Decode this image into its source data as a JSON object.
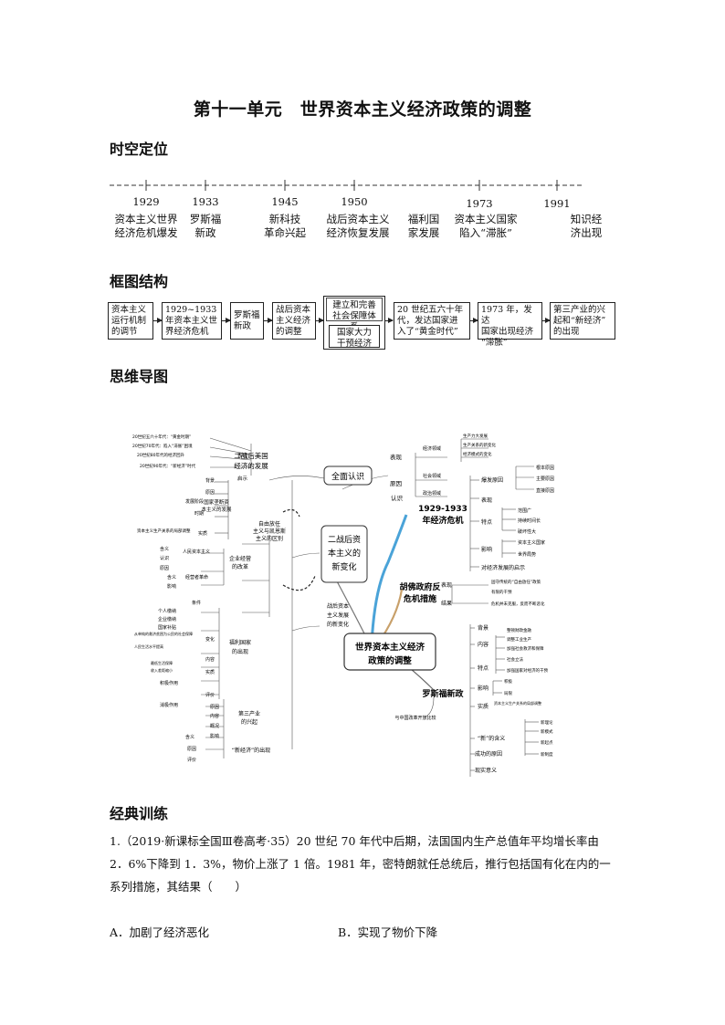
{
  "title": "第十一单元　世界资本主义经济政策的调整",
  "sections": {
    "timeline": "时空定位",
    "frame": "框图结构",
    "mindmap": "思维导图",
    "practice": "经典训练"
  },
  "timeline": [
    {
      "year": "1929",
      "event1": "资本主义世界",
      "event2": "经济危机爆发"
    },
    {
      "year": "1933",
      "event1": "罗斯福",
      "event2": "新政"
    },
    {
      "year": "1945",
      "event1": "新科技",
      "event2": "革命兴起"
    },
    {
      "year": "1950",
      "event1": "战后资本主义",
      "event2": "经济恢复发展"
    },
    {
      "year": "",
      "event1": "福利国",
      "event2": "家发展"
    },
    {
      "year": "1973",
      "event1": "资本主义国家",
      "event2": "陷入“滞胀”"
    },
    {
      "year": "1991",
      "event1": "知识经",
      "event2": "济出现"
    }
  ],
  "frame": {
    "b1": [
      "资本主义",
      "运行机制",
      "的调节"
    ],
    "b2": [
      "1929~1933",
      "年资本主义世",
      "界经济危机"
    ],
    "b3": [
      "罗斯福",
      "新政"
    ],
    "b4": [
      "战后资本",
      "主义经济",
      "的调整"
    ],
    "b5a": [
      "建立和完善",
      "社会保障体系"
    ],
    "b5b": [
      "国家大力",
      "干预经济"
    ],
    "b6": [
      "20 世纪五六十年",
      "代，发达国家进",
      "入了“黄金时代”"
    ],
    "b7": [
      "1973 年，发达",
      "国家出现经济",
      "“滞胀”"
    ],
    "b8": [
      "第三产业的兴",
      "起和“新经济”",
      "的出现"
    ]
  },
  "mindmap": {
    "center": [
      "世界资本主义经济",
      "政策的调整"
    ],
    "n_overall": "全面认识",
    "n_postwar": [
      "二战后资",
      "本主义的",
      "新变化"
    ],
    "n_crisis": [
      "1929-1933",
      "年经济危机"
    ],
    "n_hoover": [
      "胡佛政府反",
      "危机措施"
    ],
    "n_roosevelt": "罗斯福新政",
    "n_compare": "与中国改革开放比较",
    "n_us": [
      "二战后美国",
      "经济的发展"
    ],
    "n_change": [
      "战后资本",
      "主义发展",
      "的新变化"
    ],
    "n_liberal": [
      "自由放任",
      "主义与凯恩斯",
      "主义的区别"
    ],
    "n_state": [
      "国家垄断资",
      "本主义的发展"
    ],
    "n_corp": [
      "企业经营",
      "的改革"
    ],
    "n_welfare": [
      "福利国家",
      "的出现"
    ],
    "n_third": [
      "第三产业",
      "的兴起"
    ],
    "n_neweco": "“新经济”的出现",
    "us_items": [
      "20世纪五六十年代：“黄金时期”",
      "20世纪70年代：陷入“滞胀”困境",
      "20世纪80年代的经济回升",
      "20世纪90年代：“新经济”时代"
    ],
    "us_sub": [
      "表现",
      "启示"
    ],
    "state_items": [
      "背景",
      "原因",
      "发展阶段",
      "时期",
      "实质"
    ],
    "state_sub": "资本主义生产关系的局部调整",
    "corp_items": [
      "含义",
      "认识",
      "原因",
      "含义",
      "影响"
    ],
    "corp_sub": [
      "人民资本主义",
      "经营者革命"
    ],
    "welfare_items": [
      "条件",
      "个人缴纳",
      "企业缴纳",
      "国家补贴",
      "变化",
      "内容",
      "实质",
      "评价",
      "积极作用",
      "消极作用"
    ],
    "welfare_notes": [
      "从单纯的救济贫困为公民的社会保障",
      "人民生活水平提高",
      "最低生活保障",
      "收入差距缩小"
    ],
    "third_items": [
      "原因",
      "内容",
      "概况",
      "影响",
      "含义",
      "原因",
      "评价"
    ],
    "overall_items": [
      "表现",
      "原因",
      "认识"
    ],
    "overall_leaves": [
      "经济领域",
      "社会领域",
      "政治领域"
    ],
    "overall_details": [
      "生产力大发展",
      "生产关系的新变化",
      "经济模式的变化"
    ],
    "crisis_items": [
      "爆发原因",
      "表现",
      "特点",
      "影响",
      "对经济发展的启示"
    ],
    "crisis_causes": [
      "根本原因",
      "主要原因",
      "直接原因"
    ],
    "crisis_features": [
      "范围广",
      "持续时间长",
      "破坏性大"
    ],
    "crisis_effects": [
      "资本主义国家",
      "世界局势"
    ],
    "hoover_items": [
      "表现",
      "结果"
    ],
    "hoover_notes": [
      "固守传统的“自由放任”政策",
      "有限的干预",
      "危机并未克服，反而不断恶化"
    ],
    "rv_items": [
      "背景",
      "内容",
      "特点",
      "影响",
      "实质",
      "“新”的含义",
      "成功的原因",
      "现实意义"
    ],
    "rv_content": [
      "整顿财政金融",
      "调整工业生产",
      "加强社会救济和保障",
      "社会立法",
      "加强国家对经济的干预"
    ],
    "rv_effects": [
      "积极",
      "局限"
    ],
    "rv_essence": "资本主义生产关系的局部调整",
    "rv_new": [
      "新理论",
      "新模式",
      "新起点",
      "新制度"
    ]
  },
  "question": {
    "stem": "1.（2019·新课标全国Ⅲ卷高考·35）20 世纪 70 年代中后期，法国国内生产总值年平均增长率由 2．6%下降到 1．3%，物价上涨了 1 倍。1981 年，密特朗就任总统后，推行包括国有化在内的一系列措施，其结果（　　）",
    "optA": "A．加剧了经济恶化",
    "optB": "B．实现了物价下降"
  }
}
